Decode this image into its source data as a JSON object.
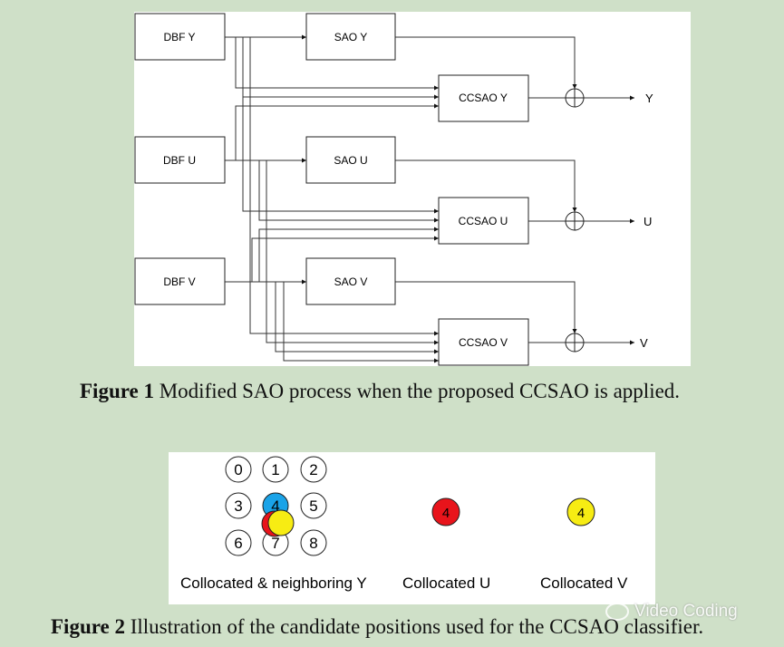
{
  "figure1": {
    "blocks": {
      "dbf_y": "DBF Y",
      "dbf_u": "DBF U",
      "dbf_v": "DBF V",
      "sao_y": "SAO Y",
      "sao_u": "SAO U",
      "sao_v": "SAO V",
      "ccsao_y": "CCSAO Y",
      "ccsao_u": "CCSAO U",
      "ccsao_v": "CCSAO V"
    },
    "outputs": {
      "y": "Y",
      "u": "U",
      "v": "V"
    },
    "caption_bold": "Figure 1",
    "caption_text": " Modified SAO process when the proposed CCSAO is applied."
  },
  "figure2": {
    "grid_numbers": [
      "0",
      "1",
      "2",
      "3",
      "4",
      "5",
      "6",
      "7",
      "8"
    ],
    "u_marker": "4",
    "v_marker": "4",
    "label_y": "Collocated & neighboring Y",
    "label_u": "Collocated U",
    "label_v": "Collocated V",
    "caption_bold": "Figure 2",
    "caption_text": " Illustration of the candidate positions used for the CCSAO classifier.",
    "colors": {
      "blue": "#1aa3e8",
      "red": "#e8141b",
      "yellow": "#f7ec13"
    }
  },
  "watermark": "Video Coding"
}
